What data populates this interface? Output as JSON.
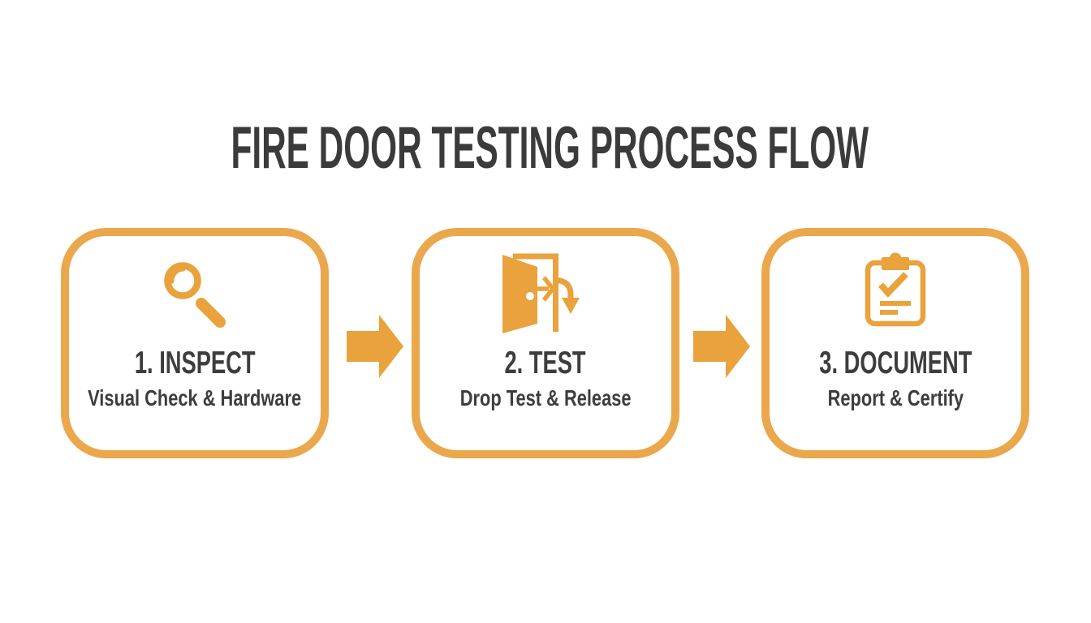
{
  "title": "FIRE DOOR TESTING PROCESS FLOW",
  "colors": {
    "accent": "#E9A23C",
    "accent_border": "#EBA74B",
    "heading_text": "#3B3B3B",
    "step_text": "#3D3D3D",
    "background": "#FFFFFF"
  },
  "steps": [
    {
      "label": "1. INSPECT",
      "sublabel": "Visual Check & Hardware",
      "icon": "magnifier-icon"
    },
    {
      "label": "2. TEST",
      "sublabel": "Drop Test & Release",
      "icon": "door-test-icon"
    },
    {
      "label": "3. DOCUMENT",
      "sublabel": "Report & Certify",
      "icon": "clipboard-check-icon"
    }
  ],
  "connectors": [
    {
      "icon": "arrow-right-icon"
    },
    {
      "icon": "arrow-right-icon"
    }
  ]
}
